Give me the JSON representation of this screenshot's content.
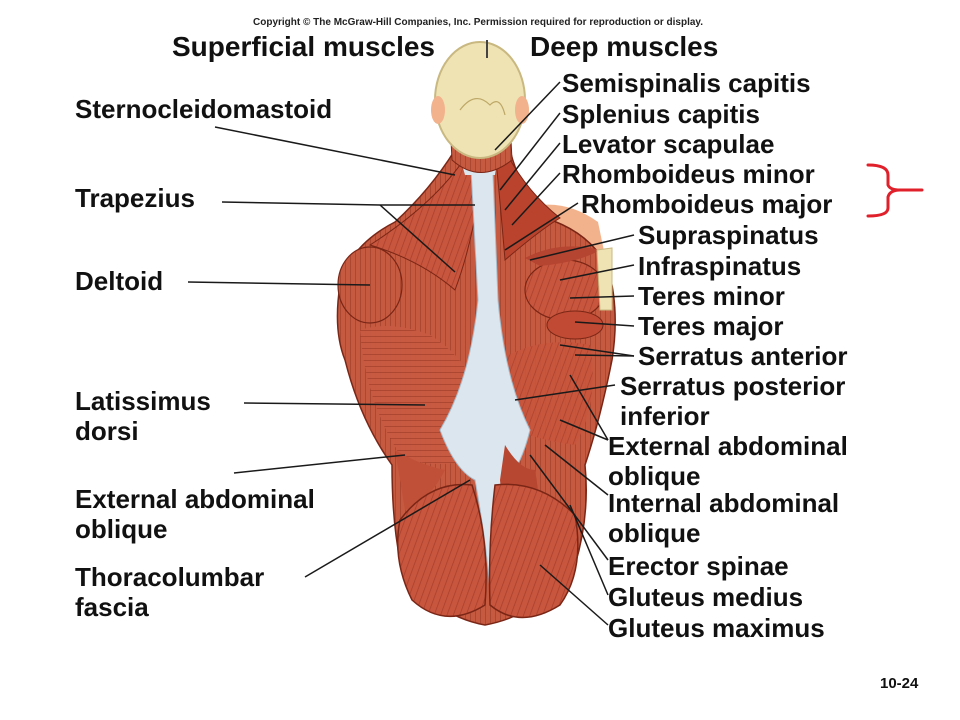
{
  "copyright": "Copyright © The McGraw-Hill Companies, Inc. Permission required for reproduction or display.",
  "headings": {
    "superficial": "Superficial muscles",
    "deep": "Deep muscles"
  },
  "left_labels": [
    "Sternocleidomastoid",
    "Trapezius",
    "Deltoid",
    "Latissimus",
    "dorsi",
    "External abdominal",
    "oblique",
    "Thoracolumbar",
    "fascia"
  ],
  "right_labels": [
    "Semispinalis capitis",
    "Splenius capitis",
    "Levator scapulae",
    "Rhomboideus minor",
    "Rhomboideus major",
    "Supraspinatus",
    "Infraspinatus",
    "Teres minor",
    "Teres major",
    "Serratus anterior",
    "Serratus posterior",
    "inferior",
    "External abdominal",
    "oblique",
    "Internal abdominal",
    "oblique",
    "Erector spinae",
    "Gluteus medius",
    "Gluteus maximus"
  ],
  "slide_number": "10-24",
  "colors": {
    "muscle": "#c8553d",
    "muscle_dark": "#8e2f1e",
    "tendon": "#dbe6ee",
    "skull": "#efe3b4",
    "skin": "#f2b28c",
    "annotation": "#e0202a"
  }
}
